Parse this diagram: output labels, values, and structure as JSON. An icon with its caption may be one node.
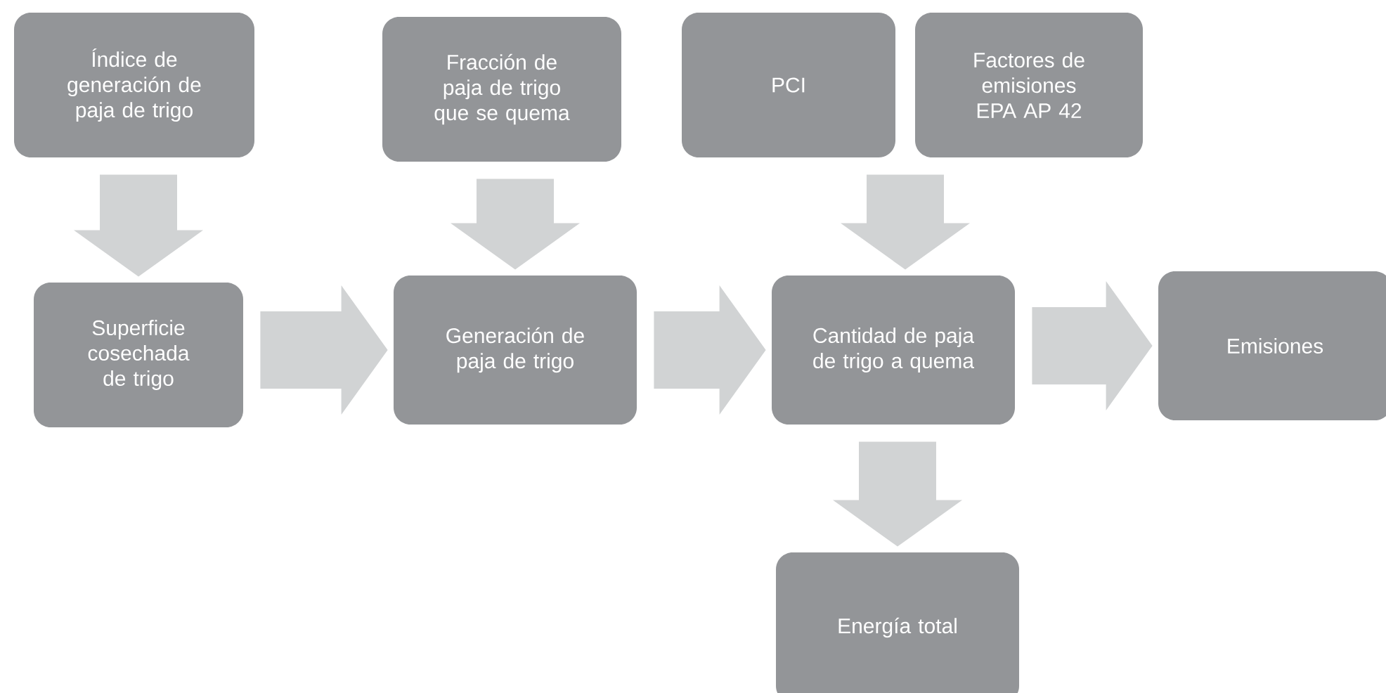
{
  "diagram": {
    "nodes": [
      {
        "text": [
          "Índice de generación de paja de trigo"
        ]
      },
      {
        "text": [
          "Fracción de paja de trigo que se quema"
        ]
      },
      {
        "text": [
          "PCI"
        ]
      },
      {
        "text": [
          "Factores de emisiones EPA AP 42"
        ]
      },
      {
        "text": [
          "Superficie cosechada de trigo"
        ]
      },
      {
        "text": [
          "Generación de paja de trigo"
        ]
      },
      {
        "text": [
          "Cantidad de paja de trigo a quema"
        ]
      },
      {
        "text": [
          "Emisiones"
        ]
      },
      {
        "text": [
          "Energía total"
        ]
      }
    ],
    "edges": [
      {
        "from": 0,
        "to": 4,
        "arrow": "to"
      },
      {
        "from": 1,
        "to": 5,
        "arrow": "to"
      },
      {
        "from": 2,
        "to": 6,
        "arrow": "to"
      },
      {
        "from": 3,
        "to": 6,
        "arrow": "to"
      },
      {
        "from": 4,
        "to": 5,
        "arrow": "to"
      },
      {
        "from": 5,
        "to": 6,
        "arrow": "to"
      },
      {
        "from": 6,
        "to": 7,
        "arrow": "to"
      },
      {
        "from": 6,
        "to": 8,
        "arrow": "to"
      }
    ]
  }
}
